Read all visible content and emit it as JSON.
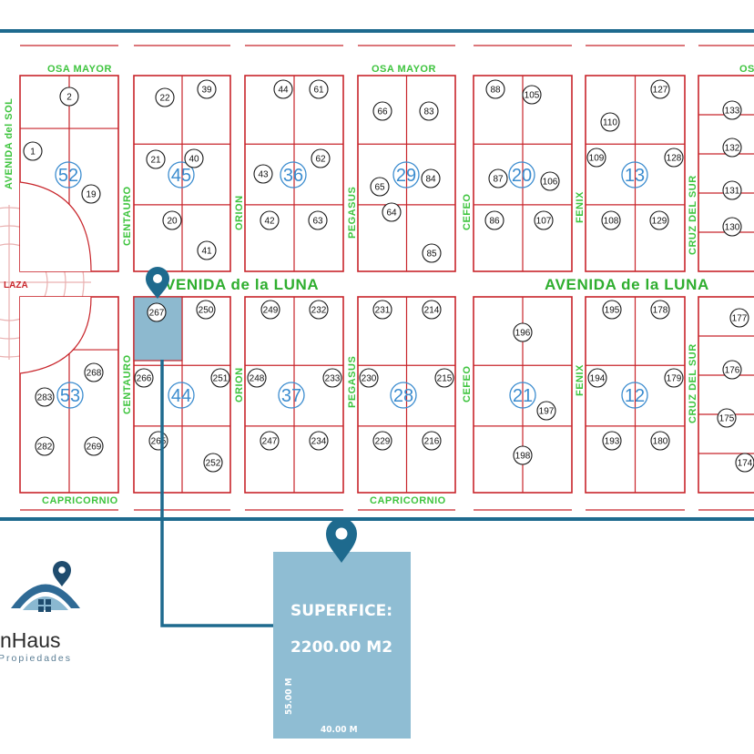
{
  "streets": {
    "osa_mayor": "OSA MAYOR",
    "osa_short": "OS",
    "avenida_luna": "AVENIDA de la LUNA",
    "avenida_luna_clipped": "VENIDA de la LUNA",
    "avenida_sol": "AVENIDA del SOL",
    "capricornio": "CAPRICORNIO",
    "centauro": "CENTAURO",
    "orion": "ORION",
    "pegasus": "PEGASUS",
    "cefeo": "CEFEO",
    "fenix": "FENIX",
    "cruz_del_sur": "CRUZ DEL SUR",
    "plaza": "LAZA"
  },
  "blocks": [
    "52",
    "45",
    "36",
    "29",
    "20",
    "13",
    "53",
    "44",
    "37",
    "28",
    "21",
    "12"
  ],
  "lots": {
    "l2": "2",
    "l1": "1",
    "l19": "19",
    "l22": "22",
    "l39": "39",
    "l21": "21",
    "l40": "40",
    "l20": "20",
    "l41": "41",
    "l44": "44",
    "l61": "61",
    "l43": "43",
    "l62": "62",
    "l42": "42",
    "l63": "63",
    "l66": "66",
    "l83": "83",
    "l65": "65",
    "l84": "84",
    "l64": "64",
    "l85": "85",
    "l88": "88",
    "l105": "105",
    "l87": "87",
    "l106": "106",
    "l86": "86",
    "l107": "107",
    "l127": "127",
    "l110": "110",
    "l109": "109",
    "l128": "128",
    "l108": "108",
    "l129": "129",
    "l133": "133",
    "l132": "132",
    "l131": "131",
    "l130": "130",
    "l267": "267",
    "l250": "250",
    "l266": "266",
    "l251": "251",
    "l265": "265",
    "l252": "252",
    "l268": "268",
    "l283": "283",
    "l282": "282",
    "l269": "269",
    "l249": "249",
    "l232": "232",
    "l248": "248",
    "l233": "233",
    "l247": "247",
    "l234": "234",
    "l231": "231",
    "l214": "214",
    "l230": "230",
    "l215": "215",
    "l229": "229",
    "l216": "216",
    "l196": "196",
    "l197": "197",
    "l198": "198",
    "l195": "195",
    "l178": "178",
    "l194": "194",
    "l179": "179",
    "l193": "193",
    "l180": "180",
    "l177": "177",
    "l176": "176",
    "l175": "175",
    "l174": "174"
  },
  "card": {
    "title": "SUPERFICE:",
    "area": "2200.00 M2",
    "height": "55.00 M",
    "width": "40.00 M"
  },
  "logo": {
    "name": "nHaus",
    "tagline": "Propiedades"
  },
  "colors": {
    "frame": "#1e6a8e",
    "lot_lines": "#c8252b",
    "streets": "#3ec43e",
    "block_numbers": "#3b8ccf",
    "selected_lot": "#8db9cf",
    "card": "#8fbdd3"
  }
}
